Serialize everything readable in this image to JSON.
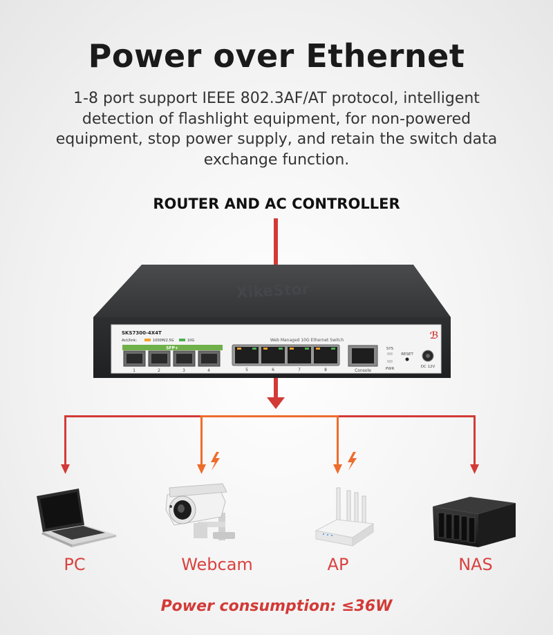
{
  "title": "Power over Ethernet",
  "description": "1-8 port support IEEE 802.3AF/AT protocol, intelligent detection of flashlight equipment, for non-powered equipment, stop power supply, and retain the switch data exchange function.",
  "router_label": "ROUTER AND AC CONTROLLER",
  "switch": {
    "model": "SKS7300-4X4T",
    "actlink_label": "Act/link:",
    "legend_1": "1000M/2.5G",
    "legend_2": "10G",
    "center_label": "Web Managed 10G Ethernet Switch",
    "sfp_label": "SFP+",
    "sfp_ports": [
      "1",
      "2",
      "3",
      "4"
    ],
    "rj45_ports": [
      "5",
      "6",
      "7",
      "8"
    ],
    "console_label": "Console",
    "sys_label": "SYS",
    "pwr_label": "PWR",
    "reset_label": "RESET",
    "dc_label": "DC 12V",
    "brand": "XikeStor"
  },
  "devices": [
    {
      "label": "PC",
      "icon": "laptop-icon",
      "poe": false
    },
    {
      "label": "Webcam",
      "icon": "webcam-icon",
      "poe": true
    },
    {
      "label": "AP",
      "icon": "router-ap-icon",
      "poe": true
    },
    {
      "label": "NAS",
      "icon": "nas-icon",
      "poe": false
    }
  ],
  "footer": "Power consumption: ≤36W",
  "colors": {
    "accent_red": "#d23a37",
    "poe_orange": "#ee6c2c",
    "switch_dark": "#3b3c3e",
    "led_orange": "#f0a12a",
    "led_green": "#4caf50"
  }
}
